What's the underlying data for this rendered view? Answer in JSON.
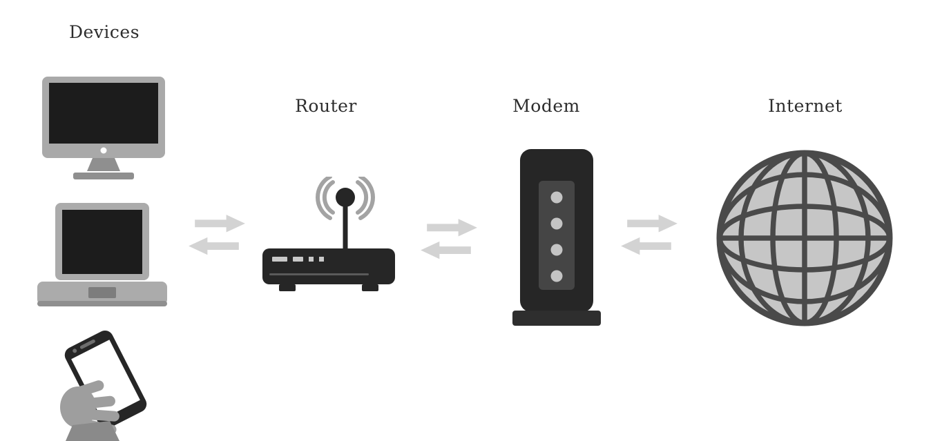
{
  "diagram": {
    "type": "flow",
    "background": "#ffffff",
    "nodes": [
      {
        "id": "devices",
        "label": "Devices",
        "icons": [
          "desktop-monitor",
          "laptop",
          "smartphone-in-hand"
        ]
      },
      {
        "id": "router",
        "label": "Router",
        "icons": [
          "wireless-router"
        ]
      },
      {
        "id": "modem",
        "label": "Modem",
        "icons": [
          "modem-tower"
        ]
      },
      {
        "id": "internet",
        "label": "Internet",
        "icons": [
          "globe"
        ]
      }
    ],
    "connections": [
      {
        "from": "devices",
        "to": "router",
        "direction": "bidirectional"
      },
      {
        "from": "router",
        "to": "modem",
        "direction": "bidirectional"
      },
      {
        "from": "modem",
        "to": "internet",
        "direction": "bidirectional"
      }
    ],
    "colors": {
      "dark": "#262626",
      "device_gray": "#a9a9a9",
      "hand_gray": "#9e9e9e",
      "globe_fill": "#c6c6c6",
      "globe_line": "#4a4a4a",
      "arrow": "#d3d3d3",
      "text": "#2d2d2d"
    }
  }
}
